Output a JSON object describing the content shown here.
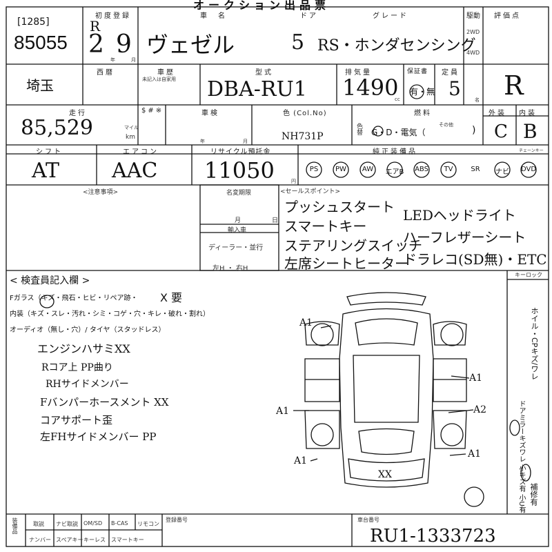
{
  "header": {
    "title": "オークション出品票",
    "lot_bracket": "[1285]",
    "lot_number": "85055",
    "first_reg_label": "初度登録",
    "era": "R",
    "year": "2",
    "month": "9",
    "year_unit": "年",
    "month_unit": "月",
    "name_label": "車　名",
    "door_label": "ドア",
    "grade_label": "グレード",
    "car_name": "ヴェゼル",
    "doors": "5",
    "grade": "RS・ホンダセンシング",
    "drive_label": "駆動",
    "drive_2wd": "2WD",
    "drive_4wd": "4WD",
    "score_label": "評価点",
    "score": "R"
  },
  "row2": {
    "region": "埼玉",
    "western_label": "西暦",
    "history_label": "車歴",
    "history_note": "未記入は自家用",
    "model_label": "型式",
    "model": "DBA-RU1",
    "displacement_label": "排気量",
    "displacement": "1490",
    "cc": "cc",
    "warranty_label": "保証書",
    "warranty_options": "有・無",
    "capacity_label": "定員",
    "capacity": "5",
    "capacity_unit": "名"
  },
  "row3": {
    "mileage_label": "走行",
    "mileage": "85,529",
    "mile_unit": "マイル",
    "km_unit": "km",
    "meter_label": "$#※",
    "inspection_label": "車検",
    "year_unit": "年",
    "month_unit": "月",
    "color_label": "色 (Col.No)",
    "color_code": "NH731P",
    "color_change_label": "色替",
    "fuel_label": "燃料",
    "fuel_options": "G・D・電気（",
    "fuel_other": "その他",
    "exterior_label": "外装",
    "interior_label": "内装",
    "exterior_grade": "C",
    "interior_grade": "B"
  },
  "row4": {
    "shift_label": "シフト",
    "shift": "AT",
    "ac_label": "エアコン",
    "ac": "AAC",
    "recycle_label": "リサイクル預託金",
    "recycle": "11050",
    "yen": "円",
    "equipment_label": "純正装備品",
    "chassis_label": "チェーンキー",
    "equipment": [
      "PS",
      "PW",
      "AW",
      "エアB",
      "ABS",
      "TV",
      "SR",
      "ナビ",
      "DVD"
    ]
  },
  "notes": {
    "caution_label": "<注意事項>",
    "name_change_label": "名変期限",
    "month": "月",
    "day": "日",
    "import_label": "輸入車",
    "dealer": "ディーラー・並行",
    "steering": "左H ・ 右H",
    "sales_label": "<セールスポイント>",
    "sales_points": [
      "プッシュスタート",
      "スマートキー",
      "ステアリングスイッチ",
      "左席シートヒーター",
      "LEDヘッドライト",
      "ハーフレザーシート",
      "ドラレコ(SD無)・ETC"
    ]
  },
  "inspection": {
    "title": "< 検査員記入欄 >",
    "glass": "Fガラス（キズ・飛石・ヒビ・リペア跡・",
    "glass_mark": "X 要",
    "interior": "内装（キズ・スレ・汚れ・シミ・コゲ・穴・キレ・破れ・割れ）",
    "audio": "オーディオ（無し・穴）/ タイヤ（スタッドレス）",
    "handwritten": [
      "エンジンハサミXX",
      "Rコア上 PP曲り",
      "RHサイドメンバー",
      "Fバンパーホースメント XX",
      "コアサポート歪",
      "左FHサイドメンバー PP"
    ],
    "diagram_marks": [
      "A1",
      "A1",
      "A1",
      "A1",
      "A2",
      "A1",
      "XX"
    ],
    "key_lock": "キーロック",
    "side_note": "ホイル・CPキズ/ワレ",
    "side_note2": "ドアミラーキズワレ 小キズ有 小U有",
    "repair": "補修有"
  },
  "footer": {
    "left_col": "装備品",
    "items_row1": [
      "取説",
      "ナビ取説",
      "OM/SD",
      "B-CAS",
      "リモコン"
    ],
    "items_row2": [
      "ナンバー",
      "スペアキー",
      "キーレス",
      "スマートキー"
    ],
    "reg_label": "登録番号",
    "chassis_label": "車台番号",
    "chassis": "RU1-1333723"
  },
  "colors": {
    "ink": "#111111",
    "paper": "#ffffff"
  }
}
